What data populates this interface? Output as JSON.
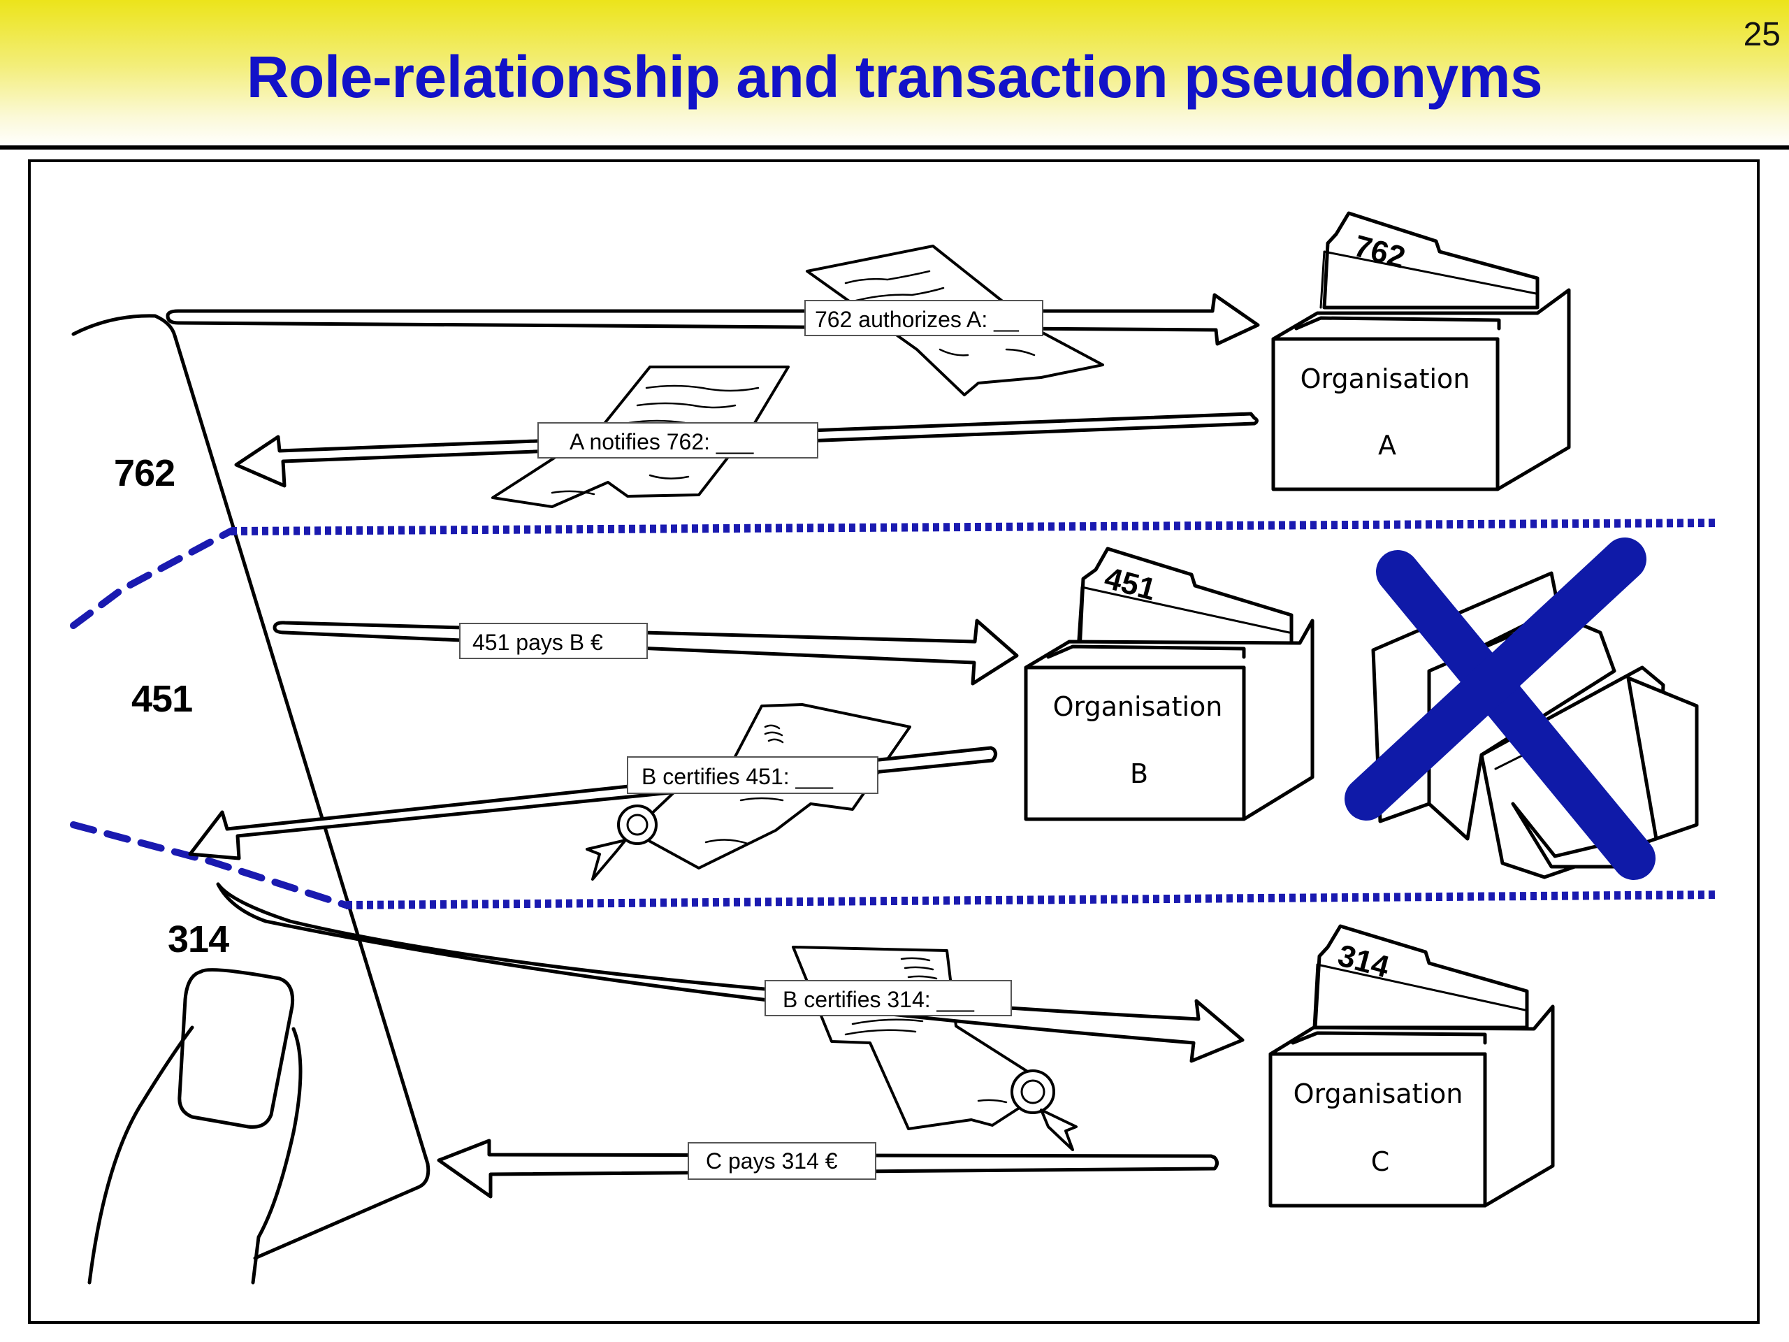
{
  "slide": {
    "title": "Role-relationship and transaction pseudonyms",
    "page_number": "25"
  },
  "pseudonyms": [
    "762",
    "451",
    "314"
  ],
  "folder_tabs": [
    "762",
    "451",
    "314"
  ],
  "organisations": [
    {
      "name": "Organisation",
      "letter": "A"
    },
    {
      "name": "Organisation",
      "letter": "B"
    },
    {
      "name": "Organisation",
      "letter": "C"
    }
  ],
  "messages": [
    "762 authorizes A: __",
    "A notifies 762: ___",
    "451 pays B €",
    "B certifies 451: ___",
    "B certifies 314: ___",
    "C pays 314 €"
  ],
  "colors": {
    "title": "#1212c8",
    "separator": "#1a1ab0",
    "cross": "#0f1aa8",
    "header_top": "#ece41a"
  },
  "icons": [
    "organisation-folder-box",
    "document-paper",
    "certificate-seal",
    "hand-holding-card",
    "cancel-cross"
  ]
}
